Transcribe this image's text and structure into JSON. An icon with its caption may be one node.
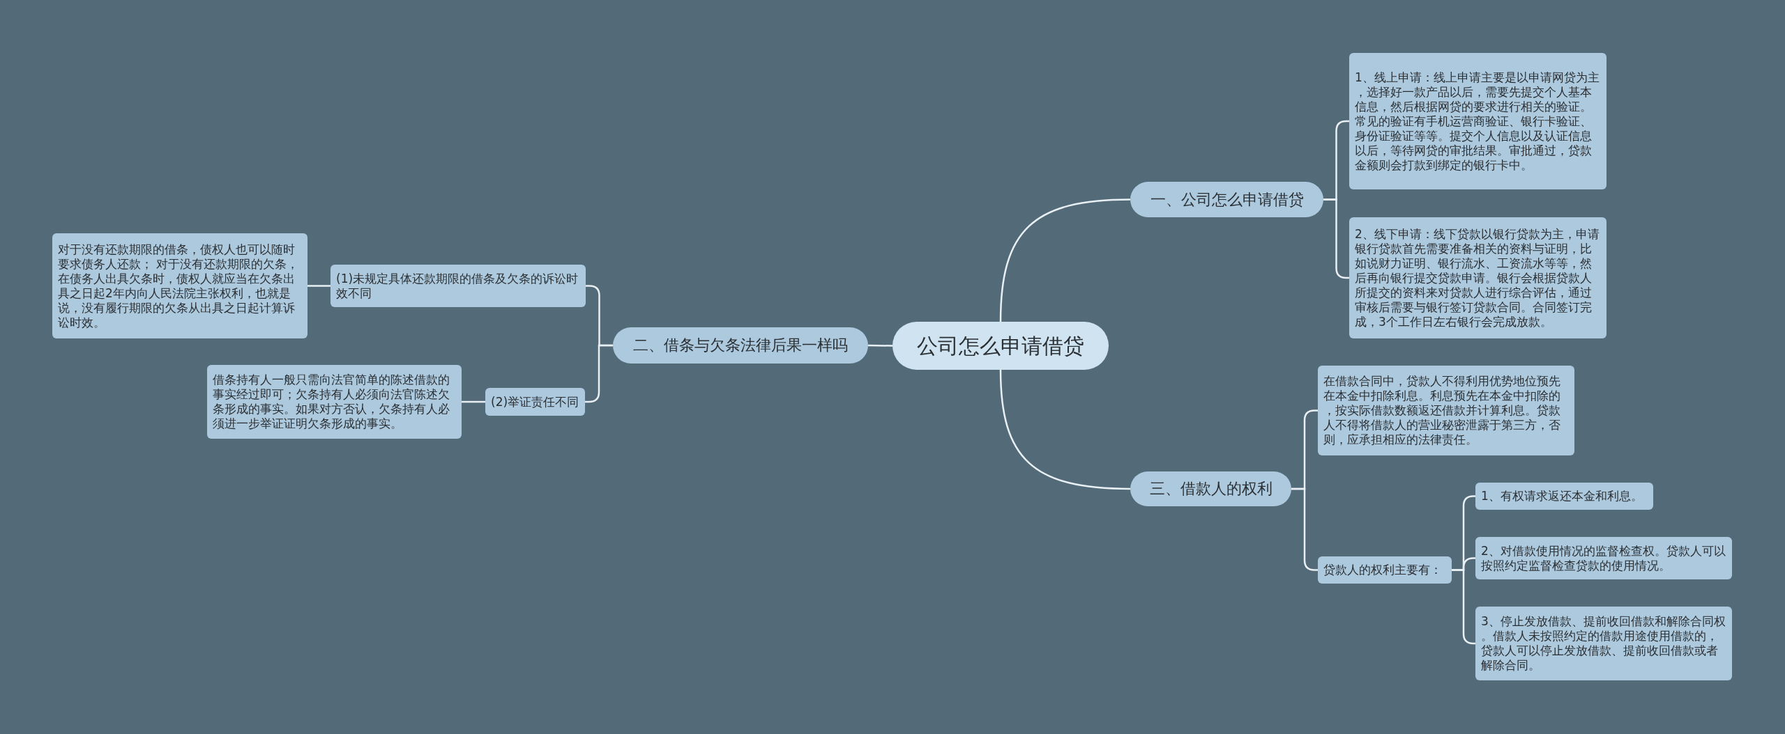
{
  "diagram": {
    "nodes": [
      {
        "text": [
          "公司怎么申请借贷"
        ]
      },
      {
        "text": [
          "一、公司怎么申请借贷"
        ]
      },
      {
        "text": [
          "1、线上申请：线上申请主要是以申请网贷为主，选择好一款产品以后，需要先提交个人基本信息，然后根据网贷的要求进行相关的验证。常见的验证有手机运营商验证、银行卡验证、身份证验证等等。提交个人信息以及认证信息以后，等待网贷的审批结果。审批通过，贷款金额则会打款到绑定的银行卡中。"
        ]
      },
      {
        "text": [
          "2、线下申请：线下贷款以银行贷款为主，申请银行贷款首先需要准备相关的资料与证明，比如说财力证明、银行流水、工资流水等等，然后再向银行提交贷款申请。银行会根据贷款人所提交的资料来对贷款人进行综合评估，通过审核后需要与银行签订贷款合同。合同签订完成，3个工作日左右银行会完成放款。"
        ]
      },
      {
        "text": [
          "二、借条与欠条法律后果一样吗"
        ]
      },
      {
        "text": [
          "(1)未规定具体还款期限的借条及欠条的诉讼时效不同"
        ]
      },
      {
        "text": [
          "对于没有还款期限的借条，债权人也可以随时要求债务人还款； 对于没有还款期限的欠条，在债务人出具欠条时，债权人就应当在欠条出具之日起2年内向人民法院主张权利，也就是说，没有履行期限的欠条从出具之日起计算诉讼时效。"
        ]
      },
      {
        "text": [
          "(2)举证责任不同"
        ]
      },
      {
        "text": [
          "借条持有人一般只需向法官简单的陈述借款的事实经过即可；欠条持有人必须向法官陈述欠条形成的事实。如果对方否认，欠条持有人必须进一步举证证明欠条形成的事实。"
        ]
      },
      {
        "text": [
          "三、借款人的权利"
        ]
      },
      {
        "text": [
          "在借款合同中，贷款人不得利用优势地位预先在本金中扣除利息。利息预先在本金中扣除的，按实际借款数额返还借款并计算利息。贷款人不得将借款人的营业秘密泄露于第三方，否则，应承担相应的法律责任。"
        ]
      },
      {
        "text": [
          "贷款人的权利主要有："
        ]
      },
      {
        "text": [
          "1、有权请求返还本金和利息。"
        ]
      },
      {
        "text": [
          "2、对借款使用情况的监督检查权。贷款人可以按照约定监督检查贷款的使用情况。"
        ]
      },
      {
        "text": [
          "3、停止发放借款、提前收回借款和解除合同权。借款人未按照约定的借款用途使用借款的，贷款人可以停止发放借款、提前收回借款或者解除合同。"
        ]
      }
    ],
    "edges": [
      {
        "from": 0,
        "to": 1,
        "arrow": "none"
      },
      {
        "from": 0,
        "to": 4,
        "arrow": "none"
      },
      {
        "from": 0,
        "to": 9,
        "arrow": "none"
      },
      {
        "from": 1,
        "to": 2,
        "arrow": "none"
      },
      {
        "from": 1,
        "to": 3,
        "arrow": "none"
      },
      {
        "from": 4,
        "to": 5,
        "arrow": "none"
      },
      {
        "from": 4,
        "to": 7,
        "arrow": "none"
      },
      {
        "from": 5,
        "to": 6,
        "arrow": "none"
      },
      {
        "from": 7,
        "to": 8,
        "arrow": "none"
      },
      {
        "from": 9,
        "to": 10,
        "arrow": "none"
      },
      {
        "from": 9,
        "to": 11,
        "arrow": "none"
      },
      {
        "from": 11,
        "to": 12,
        "arrow": "none"
      },
      {
        "from": 11,
        "to": 13,
        "arrow": "none"
      },
      {
        "from": 11,
        "to": 14,
        "arrow": "none"
      }
    ]
  }
}
